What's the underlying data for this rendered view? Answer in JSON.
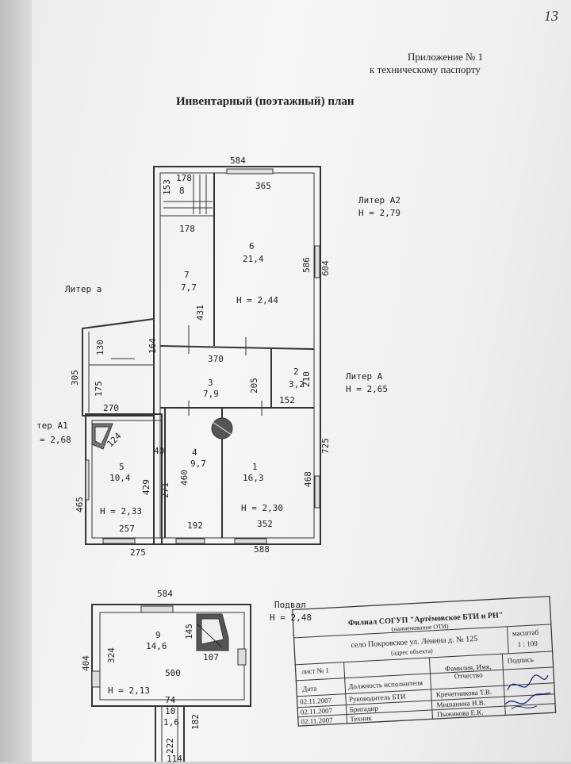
{
  "page_number": "13",
  "appendix": {
    "line1": "Приложение № 1",
    "line2": "к техническому паспорту"
  },
  "title": "Инвентарный (поэтажный) план",
  "liters": {
    "a2": "Литер  А2",
    "a2_height": "H = 2,79",
    "a_small": "Литер  а",
    "a": "Литер  А",
    "a_height": "H = 2,65",
    "a1": "тер  А1",
    "a1_height": "= 2,68"
  },
  "rooms": {
    "r6": {
      "num": "6",
      "area": "21,4",
      "height": "H = 2,44"
    },
    "r7": {
      "num": "7",
      "area": "7,7"
    },
    "r8": {
      "num": "8"
    },
    "r3": {
      "num": "3",
      "area": "7,9"
    },
    "r2": {
      "num": "2",
      "area": "3,2"
    },
    "r5": {
      "num": "5",
      "area": "10,4",
      "height": "H = 2,33"
    },
    "r4": {
      "num": "4",
      "area": "9,7"
    },
    "r1": {
      "num": "1",
      "area": "16,3",
      "height": "H = 2,30"
    }
  },
  "dims": {
    "d584_top": "584",
    "d365": "365",
    "d153": "153",
    "d178a": "178",
    "d178b": "178",
    "d586": "586",
    "d604": "604",
    "d431": "431",
    "d164": "164",
    "d130": "130",
    "d305": "305",
    "d175": "175",
    "d370": "370",
    "d205": "205",
    "d210": "210",
    "d152": "152",
    "d270": "270",
    "d124": "124",
    "d40": "40",
    "d725": "725",
    "d460": "460",
    "d429": "429",
    "d271": "271",
    "d465": "465",
    "d468": "468",
    "d257": "257",
    "d192": "192",
    "d352": "352",
    "d275": "275",
    "d588": "588"
  },
  "basement": {
    "label": "Подвал",
    "height_top": "H = 2,48",
    "d584": "584",
    "d145": "145",
    "room9": {
      "num": "9",
      "area": "14,6"
    },
    "d107": "107",
    "d324": "324",
    "d404": "404",
    "d500": "500",
    "height": "H = 2,13",
    "d74": "74",
    "room10": {
      "num": "10",
      "area": "1,6"
    },
    "d222": "222",
    "d182": "182",
    "d114": "114"
  },
  "stamp": {
    "org": "Филиал СОГУП \"Артёмовское БТИ и РН\"",
    "org_note": "(наименование ОТИ)",
    "address": "село Покровское ул. Ленина д. № 125",
    "address_note": "(адрес объекта)",
    "scale_label": "масштаб",
    "scale": "1 : 100",
    "sheet": "лист № 1",
    "col_date": "Дата",
    "col_position": "Должность исполнителя",
    "col_name": "Фамилия, Имя, Отчество",
    "col_signature": "Подпись",
    "rows": [
      {
        "date": "02.11.2007",
        "position": "Руководитель БТИ",
        "name": "Кречетникова Т.В."
      },
      {
        "date": "02.11.2007",
        "position": "Бригадир",
        "name": "Мишанина Н.В."
      },
      {
        "date": "02.11.2007",
        "position": "Техник",
        "name": "Пыжикова Е.К."
      }
    ]
  }
}
